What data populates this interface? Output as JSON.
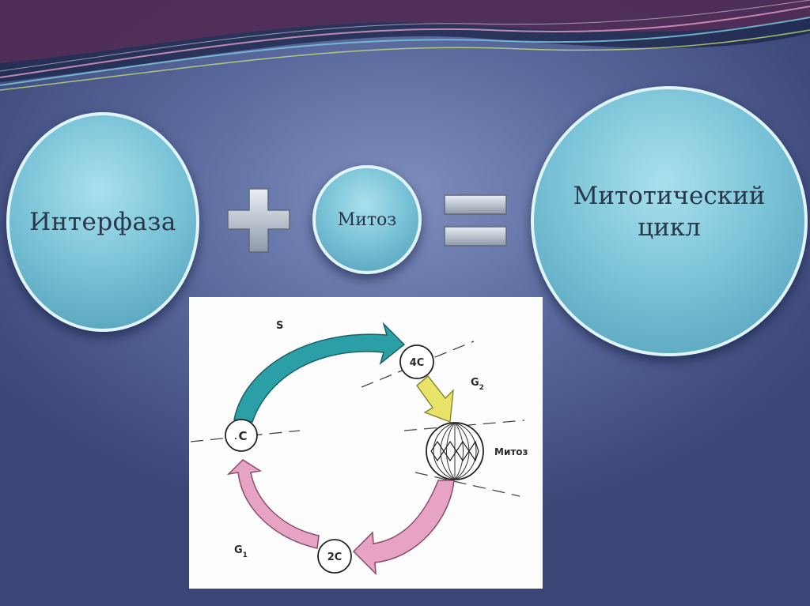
{
  "equation": {
    "term1": "Интерфаза",
    "term2": "Митоз",
    "result": "Митотический цикл"
  },
  "diagram": {
    "phase_s": "S",
    "phase_g2": "G",
    "phase_g2_sub": "2",
    "phase_g1": "G",
    "phase_g1_sub": "1",
    "node_4c": "4C",
    "node_c": "C",
    "node_c_dot": ".",
    "node_2c": "2C",
    "mitosis": "Митоз"
  },
  "colors": {
    "arrow_s": "#2aa0a6",
    "arrow_g2": "#e8e46a",
    "arrow_g1": "#e6a3c4",
    "circle_bubbles": "#7cc4d8",
    "background": "#5a6aa0"
  }
}
